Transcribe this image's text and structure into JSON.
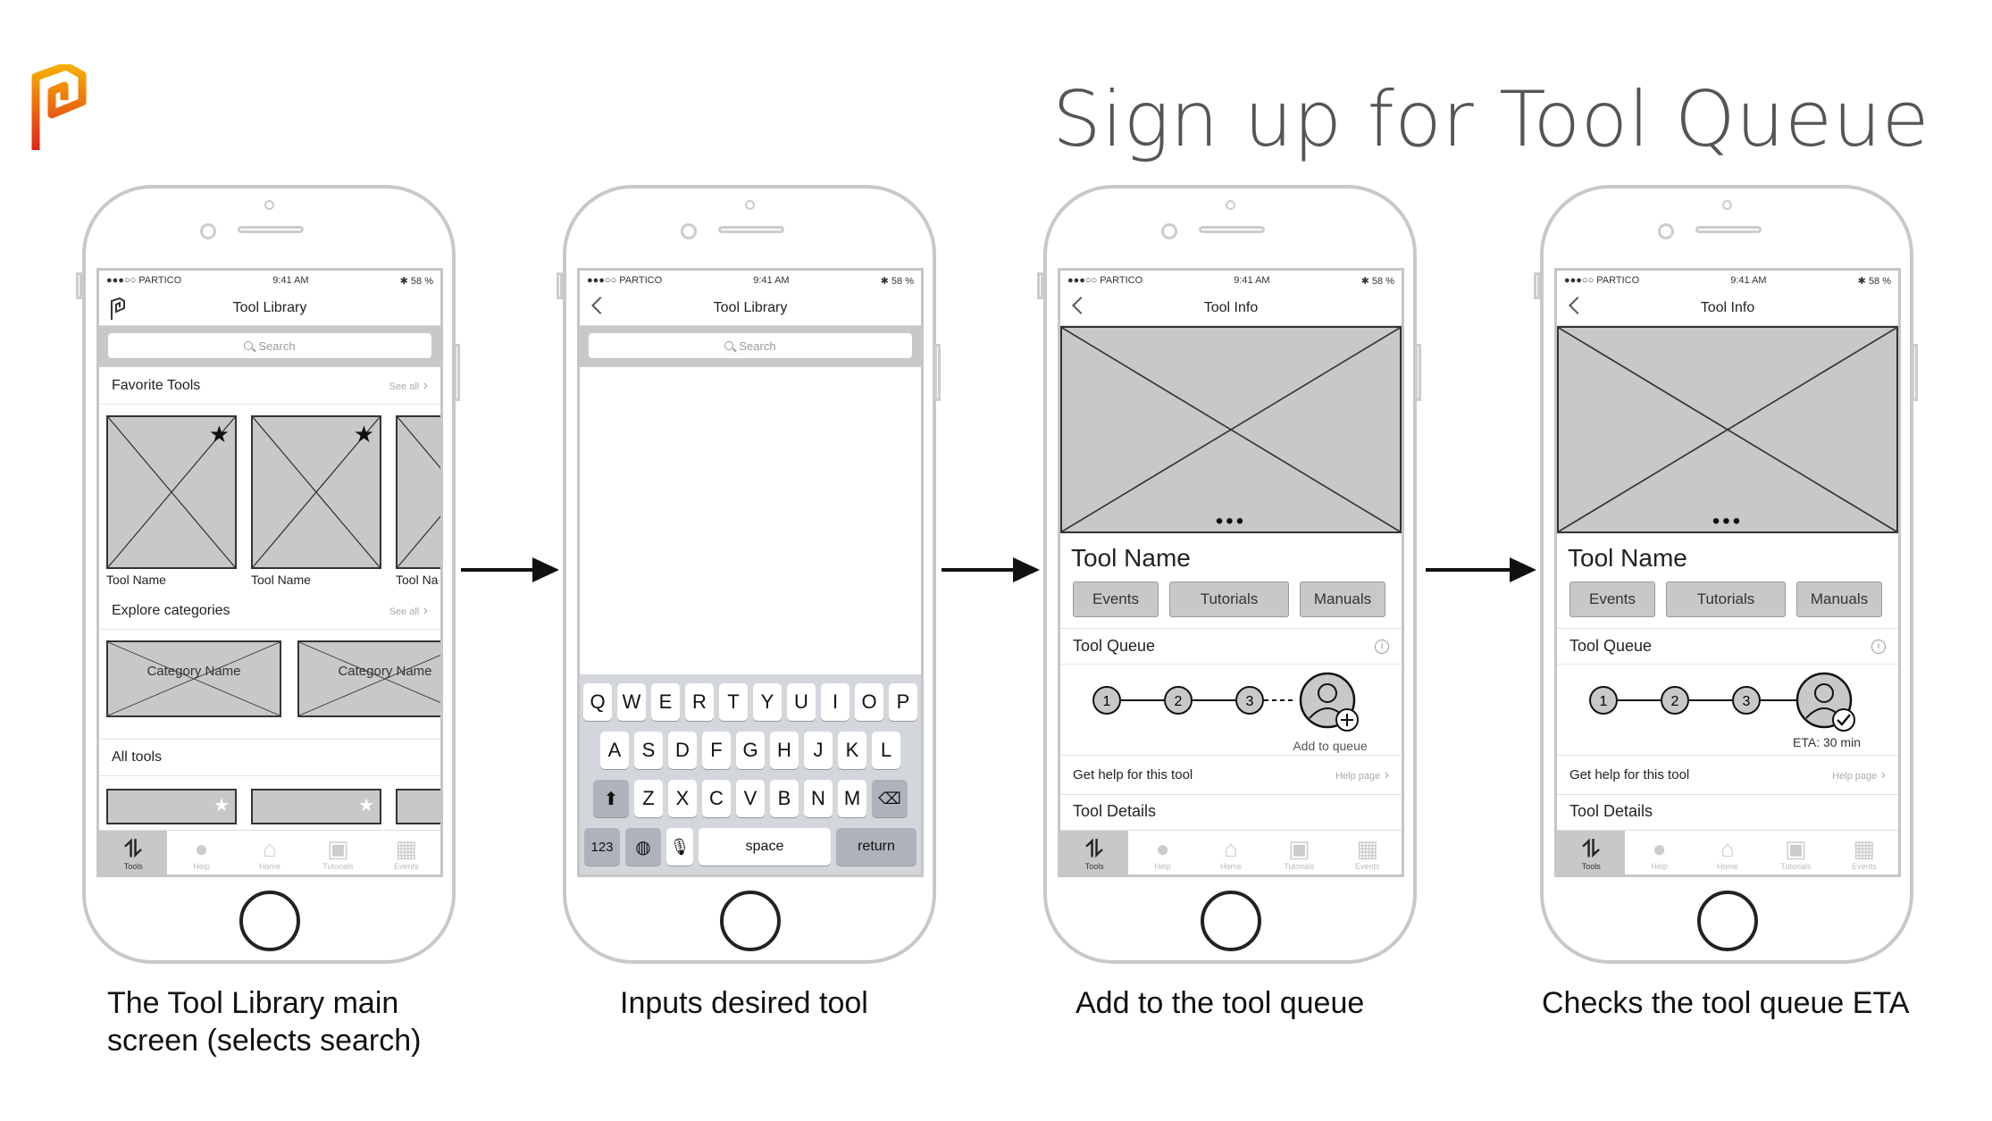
{
  "title": "Sign up for Tool Queue",
  "status": {
    "carrier": "●●●○○ PARTICO",
    "wifi": "⌔",
    "time": "9:41 AM",
    "battery": "✱ 58 %"
  },
  "screen1": {
    "nav_title": "Tool Library",
    "search_placeholder": "Search",
    "favorites_label": "Favorite Tools",
    "see_all": "See all",
    "tiles": [
      "Tool Name",
      "Tool Name",
      "Tool Na"
    ],
    "explore_label": "Explore categories",
    "categories": [
      "Category Name",
      "Category Name"
    ],
    "all_tools_label": "All tools"
  },
  "screen2": {
    "nav_title": "Tool Library",
    "search_placeholder": "Search",
    "keyboard": {
      "row1": [
        "Q",
        "W",
        "E",
        "R",
        "T",
        "Y",
        "U",
        "I",
        "O",
        "P"
      ],
      "row2": [
        "A",
        "S",
        "D",
        "F",
        "G",
        "H",
        "J",
        "K",
        "L"
      ],
      "row3": [
        "Z",
        "X",
        "C",
        "V",
        "B",
        "N",
        "M"
      ],
      "num": "123",
      "space": "space",
      "return": "return"
    }
  },
  "screen3": {
    "nav_title": "Tool Info",
    "tool_name": "Tool Name",
    "buttons": [
      "Events",
      "Tutorials",
      "Manuals"
    ],
    "queue_label": "Tool Queue",
    "queue_numbers": [
      "1",
      "2",
      "3"
    ],
    "queue_action": "Add to queue",
    "help_label": "Get help for this tool",
    "help_page": "Help page",
    "details_label": "Tool Details"
  },
  "screen4": {
    "nav_title": "Tool Info",
    "tool_name": "Tool Name",
    "buttons": [
      "Events",
      "Tutorials",
      "Manuals"
    ],
    "queue_label": "Tool Queue",
    "queue_numbers": [
      "1",
      "2",
      "3"
    ],
    "queue_eta": "ETA: 30 min",
    "help_label": "Get help for this tool",
    "help_page": "Help page",
    "details_label": "Tool Details"
  },
  "tabs": [
    "Tools",
    "Help",
    "Home",
    "Tutorials",
    "Events"
  ],
  "captions": {
    "c1_line1": "The Tool Library main",
    "c1_line2": "screen (selects search)",
    "c2": "Inputs desired tool",
    "c3": "Add to the tool queue",
    "c4": "Checks the tool queue ETA"
  },
  "colors": {
    "placeholder": "#c8c8c8",
    "logo_top": "#f5b000",
    "logo_bottom": "#e2231a",
    "title": "#555555"
  }
}
